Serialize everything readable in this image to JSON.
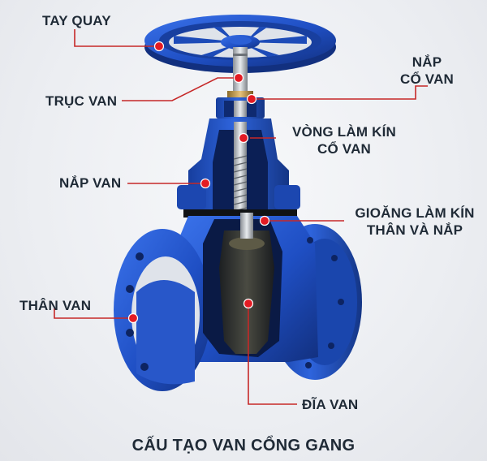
{
  "labels": {
    "handwheel": "TAY QUAY",
    "stem": "TRỤC VAN",
    "neck_cap_line1": "NẮP",
    "neck_cap_line2": "CỔ VAN",
    "neck_seal_line1": "VÒNG LÀM KÍN",
    "neck_seal_line2": "CỔ VAN",
    "bonnet": "NẮP VAN",
    "body_gasket_line1": "GIOĂNG LÀM KÍN",
    "body_gasket_line2": "THÂN VÀ NẮP",
    "body": "THÂN VAN",
    "disc": "ĐĨA VAN"
  },
  "caption": "CẤU TẠO VAN CỔNG GANG",
  "colors": {
    "valve_blue": "#1f4fc4",
    "valve_dark": "#142f85",
    "leader_red": "#c62828",
    "marker_red": "#e31b23",
    "text": "#1f2a36"
  }
}
